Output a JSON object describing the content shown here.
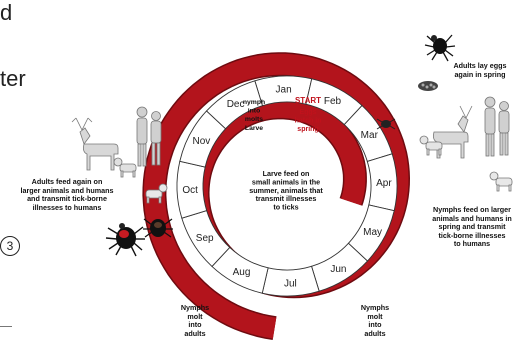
{
  "slide_fragments": {
    "line_1": "d",
    "line_2": "ter",
    "circled": "3"
  },
  "months": [
    "Jan",
    "Feb",
    "Mar",
    "Apr",
    "May",
    "Jun",
    "Jul",
    "Aug",
    "Sep",
    "Oct",
    "Nov",
    "Dec"
  ],
  "center": {
    "start_label": "START",
    "start_text": "Eggs\nhatch in\nspring",
    "larvae_text": "Larve feed on\nsmall animals in the\nsummer, animals that\ntransmit illnesses\nto ticks",
    "molt_text": "nymph\ninto\nmolts\nLarve"
  },
  "annotations": {
    "adults_lay_eggs": "Adults lay eggs\nagain in spring",
    "adults_feed": "Adults feed again on\nlarger animals and humans\nand transmit tick-borne\nillnesses to humans",
    "nymphs_feed": "Nymphs feed on larger\nanimals and humans in\nspring and transmit\ntick-borne illnesses\nto humans",
    "nymphs_molt_left": "Nymphs\nmolt\ninto\nadults",
    "nymphs_molt_right": "Nymphs\nmolt\ninto\nadults"
  },
  "colors": {
    "spiral": "#b3141c",
    "ring_fill": "#ffffff",
    "start_text": "#c0121c",
    "ink": "#111111"
  },
  "icons": [
    "tick-icon",
    "deer-icon",
    "family-icon",
    "dog-icon",
    "egg-cluster-icon"
  ]
}
